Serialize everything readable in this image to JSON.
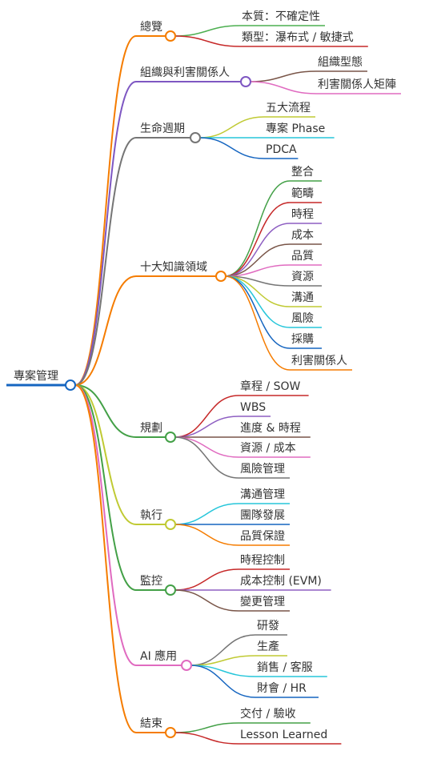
{
  "root": {
    "label": "專案管理",
    "color": "#1565c0"
  },
  "branches": [
    {
      "id": "overview",
      "label": "總覽",
      "color": "#f57c00",
      "children": [
        {
          "label": "本質：不確定性",
          "color": "#4caf50"
        },
        {
          "label": "類型：瀑布式 / 敏捷式",
          "color": "#c62828"
        }
      ]
    },
    {
      "id": "org",
      "label": "組織與利害關係人",
      "color": "#7e57c2",
      "children": [
        {
          "label": "組織型態",
          "color": "#795548"
        },
        {
          "label": "利害關係人矩陣",
          "color": "#e06bc0"
        }
      ]
    },
    {
      "id": "lifecycle",
      "label": "生命週期",
      "color": "#757575",
      "children": [
        {
          "label": "五大流程",
          "color": "#c0ca33"
        },
        {
          "label": "專案 Phase",
          "color": "#26c6da"
        },
        {
          "label": "PDCA",
          "color": "#1565c0"
        }
      ]
    },
    {
      "id": "knowledge",
      "label": "十大知識領域",
      "color": "#f57c00",
      "children": [
        {
          "label": "整合",
          "color": "#43a047"
        },
        {
          "label": "範疇",
          "color": "#c62828"
        },
        {
          "label": "時程",
          "color": "#8e5fc2"
        },
        {
          "label": "成本",
          "color": "#795548"
        },
        {
          "label": "品質",
          "color": "#e06bc0"
        },
        {
          "label": "資源",
          "color": "#757575"
        },
        {
          "label": "溝通",
          "color": "#c0ca33"
        },
        {
          "label": "風險",
          "color": "#26c6da"
        },
        {
          "label": "採購",
          "color": "#1565c0"
        },
        {
          "label": "利害關係人",
          "color": "#f57c00"
        }
      ]
    },
    {
      "id": "planning",
      "label": "規劃",
      "color": "#43a047",
      "children": [
        {
          "label": "章程 / SOW",
          "color": "#c62828"
        },
        {
          "label": "WBS",
          "color": "#8e5fc2"
        },
        {
          "label": "進度 & 時程",
          "color": "#795548"
        },
        {
          "label": "資源 / 成本",
          "color": "#e06bc0"
        },
        {
          "label": "風險管理",
          "color": "#757575"
        }
      ]
    },
    {
      "id": "executing",
      "label": "執行",
      "color": "#c0ca33",
      "children": [
        {
          "label": "溝通管理",
          "color": "#26c6da"
        },
        {
          "label": "團隊發展",
          "color": "#1565c0"
        },
        {
          "label": "品質保證",
          "color": "#f57c00"
        }
      ]
    },
    {
      "id": "monitoring",
      "label": "監控",
      "color": "#43a047",
      "children": [
        {
          "label": "時程控制",
          "color": "#c62828"
        },
        {
          "label": "成本控制 (EVM)",
          "color": "#8e5fc2"
        },
        {
          "label": "變更管理",
          "color": "#795548"
        }
      ]
    },
    {
      "id": "ai",
      "label": "AI 應用",
      "color": "#e06bc0",
      "children": [
        {
          "label": "研發",
          "color": "#757575"
        },
        {
          "label": "生產",
          "color": "#c0ca33"
        },
        {
          "label": "銷售 / 客服",
          "color": "#26c6da"
        },
        {
          "label": "財會 / HR",
          "color": "#1565c0"
        }
      ]
    },
    {
      "id": "closing",
      "label": "結束",
      "color": "#f57c00",
      "children": [
        {
          "label": "交付 / 驗收",
          "color": "#43a047"
        },
        {
          "label": "Lesson Learned",
          "color": "#c62828"
        }
      ]
    }
  ]
}
